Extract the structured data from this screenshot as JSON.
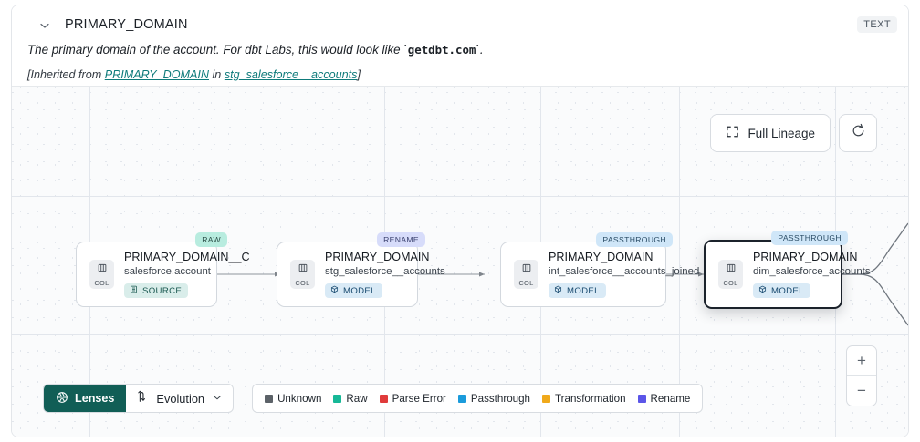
{
  "header": {
    "chevron_icon": "chevron-down-icon",
    "title": "PRIMARY_DOMAIN",
    "type_badge": "TEXT",
    "description_pre": "The primary domain of the account. For dbt Labs, this would look like `",
    "description_code": "getdbt.com",
    "description_post": "`.",
    "inherited_pre": "[Inherited from ",
    "inherited_link1": "PRIMARY_DOMAIN",
    "inherited_mid": " in ",
    "inherited_link2": "stg_salesforce__accounts",
    "inherited_post": "]"
  },
  "toolbar": {
    "full_lineage_label": "Full Lineage",
    "full_lineage_icon": "expand-icon",
    "refresh_icon": "refresh-icon"
  },
  "lineage": {
    "nodes": [
      {
        "column": "PRIMARY_DOMAIN__C",
        "source": "salesforce.account",
        "kind": "SOURCE",
        "kind_icon": "database-icon",
        "kind_class": "source",
        "tag": "RAW",
        "tag_class": "raw",
        "chip_label": "COL",
        "chip_icon": "columns-icon",
        "selected": false
      },
      {
        "column": "PRIMARY_DOMAIN",
        "source": "stg_salesforce__accounts",
        "kind": "MODEL",
        "kind_icon": "cube-icon",
        "kind_class": "model",
        "tag": "RENAME",
        "tag_class": "rename",
        "chip_label": "COL",
        "chip_icon": "columns-icon",
        "selected": false
      },
      {
        "column": "PRIMARY_DOMAIN",
        "source": "int_salesforce__accounts_joined",
        "kind": "MODEL",
        "kind_icon": "cube-icon",
        "kind_class": "model",
        "tag": "PASSTHROUGH",
        "tag_class": "passthrough",
        "chip_label": "COL",
        "chip_icon": "columns-icon",
        "selected": false
      },
      {
        "column": "PRIMARY_DOMAIN",
        "source": "dim_salesforce_accounts",
        "kind": "MODEL",
        "kind_icon": "cube-icon",
        "kind_class": "model",
        "tag": "PASSTHROUGH",
        "tag_class": "passthrough",
        "chip_label": "COL",
        "chip_icon": "columns-icon",
        "selected": true
      }
    ]
  },
  "zoom_controls": {
    "zoom_in": "+",
    "zoom_out": "−"
  },
  "bottom": {
    "lenses_label": "Lenses",
    "lenses_icon": "aperture-icon",
    "evolution_label": "Evolution",
    "evolution_icon": "updown-arrows-icon",
    "evolution_chevron": "chevron-down-icon",
    "legend": [
      {
        "label": "Unknown",
        "color": "#5c6268"
      },
      {
        "label": "Raw",
        "color": "#17b897"
      },
      {
        "label": "Parse Error",
        "color": "#e03b3b"
      },
      {
        "label": "Passthrough",
        "color": "#1b9bdb"
      },
      {
        "label": "Transformation",
        "color": "#f0a91b"
      },
      {
        "label": "Rename",
        "color": "#5b55e8"
      }
    ]
  }
}
